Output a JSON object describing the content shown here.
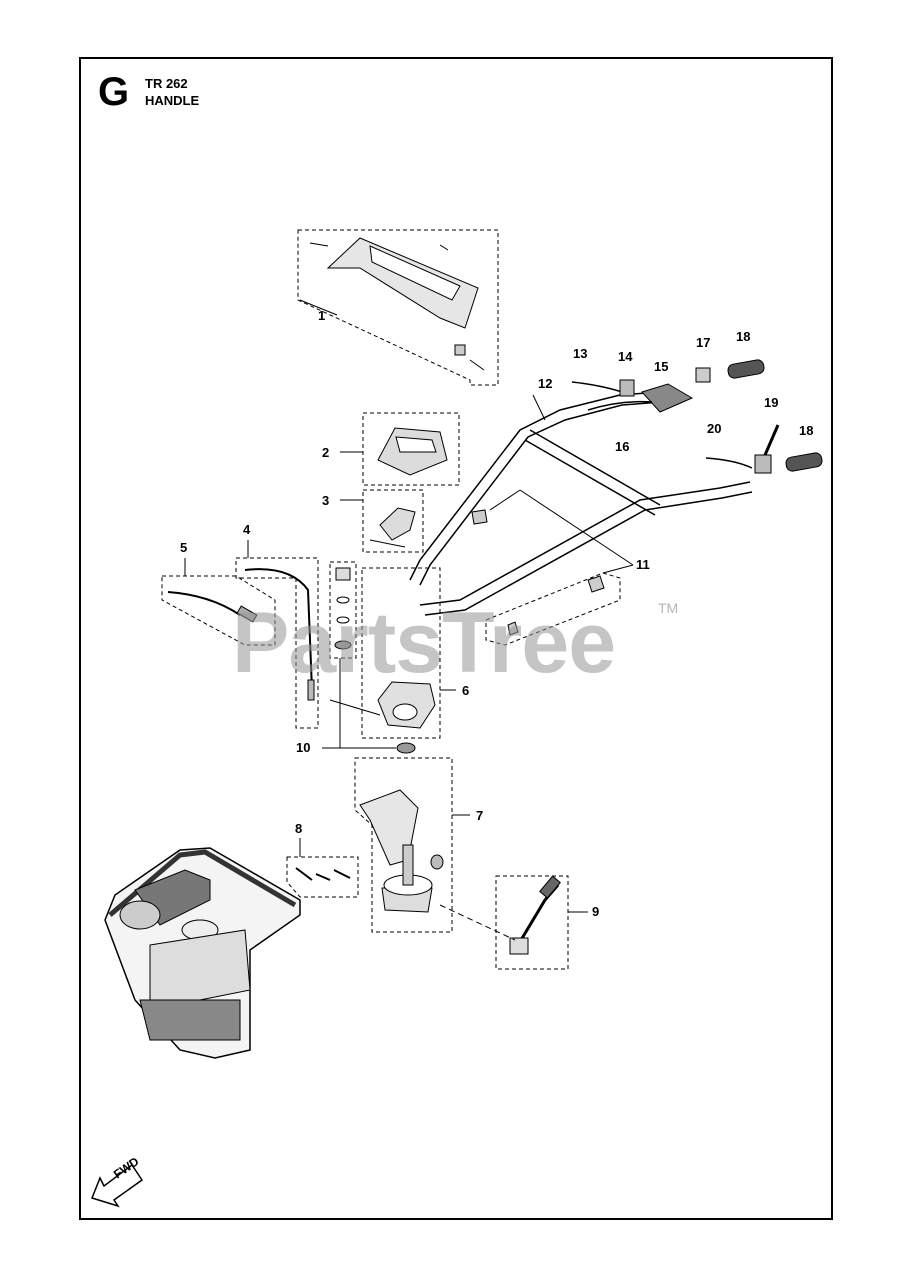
{
  "header": {
    "section_letter": "G",
    "model": "TR 262",
    "title": "HANDLE"
  },
  "watermark": {
    "text": "PartsTree",
    "trademark": "TM"
  },
  "orientation": {
    "label": "FWD"
  },
  "callouts": [
    {
      "number": "1"
    },
    {
      "number": "2"
    },
    {
      "number": "3"
    },
    {
      "number": "4"
    },
    {
      "number": "5"
    },
    {
      "number": "6"
    },
    {
      "number": "7"
    },
    {
      "number": "8"
    },
    {
      "number": "9"
    },
    {
      "number": "10"
    },
    {
      "number": "11"
    },
    {
      "number": "12"
    },
    {
      "number": "13"
    },
    {
      "number": "14"
    },
    {
      "number": "15"
    },
    {
      "number": "16"
    },
    {
      "number": "17"
    },
    {
      "number": "18"
    },
    {
      "number": "18"
    },
    {
      "number": "19"
    },
    {
      "number": "20"
    }
  ],
  "colors": {
    "line": "#000000",
    "watermark": "#969696",
    "part_fill": "#e6e6e6"
  }
}
